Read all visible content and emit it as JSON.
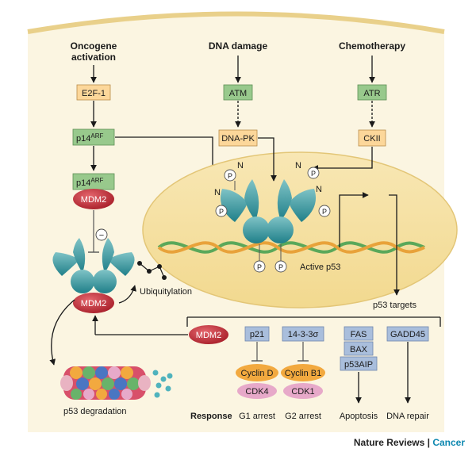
{
  "top_labels": {
    "oncogene_line1": "Oncogene",
    "oncogene_line2": "activation",
    "dna_damage": "DNA damage",
    "chemotherapy": "Chemotherapy"
  },
  "boxes": {
    "e2f1": "E2F-1",
    "atm": "ATM",
    "atr": "ATR",
    "dnapk": "DNA-PK",
    "ckii": "CKII",
    "p14": "p14",
    "p14_sup": "ARF",
    "mdm2": "MDM2",
    "mdm2_response": "MDM2",
    "p21": "p21",
    "p1433": "14-3-3σ",
    "fas": "FAS",
    "bax": "BAX",
    "p53aip": "p53AIP",
    "gadd45": "GADD45",
    "cyclin_d": "Cyclin D",
    "cdk4": "CDK4",
    "cyclin_b1": "Cyclin B1",
    "cdk1": "CDK1"
  },
  "nucleus": {
    "phospho": "P",
    "n_terminus": "N",
    "active_p53": "Active p53"
  },
  "labels": {
    "minus": "−",
    "ubiquitylation": "Ubiquitylation",
    "p53_targets": "p53 targets",
    "p53_degradation": "p53 degradation",
    "response": "Response",
    "g1_arrest": "G1 arrest",
    "g2_arrest": "G2 arrest",
    "apoptosis": "Apoptosis",
    "dna_repair": "DNA repair"
  },
  "footer": {
    "journal": "Nature Reviews",
    "separator": "|",
    "section": "Cancer"
  },
  "colors": {
    "cytoplasm": "#fbf3da",
    "nucleus": "#f6e3a6",
    "membrane": "#f0d890",
    "orange_box": "#fcd79a",
    "green_box": "#98c98c",
    "blue_box": "#a9bedc",
    "mdm2_red": "#c2303a",
    "p53_teal": "#2f9aa3",
    "cyclin_orange": "#f2a93f",
    "cdk_pink": "#e7a9c9"
  }
}
